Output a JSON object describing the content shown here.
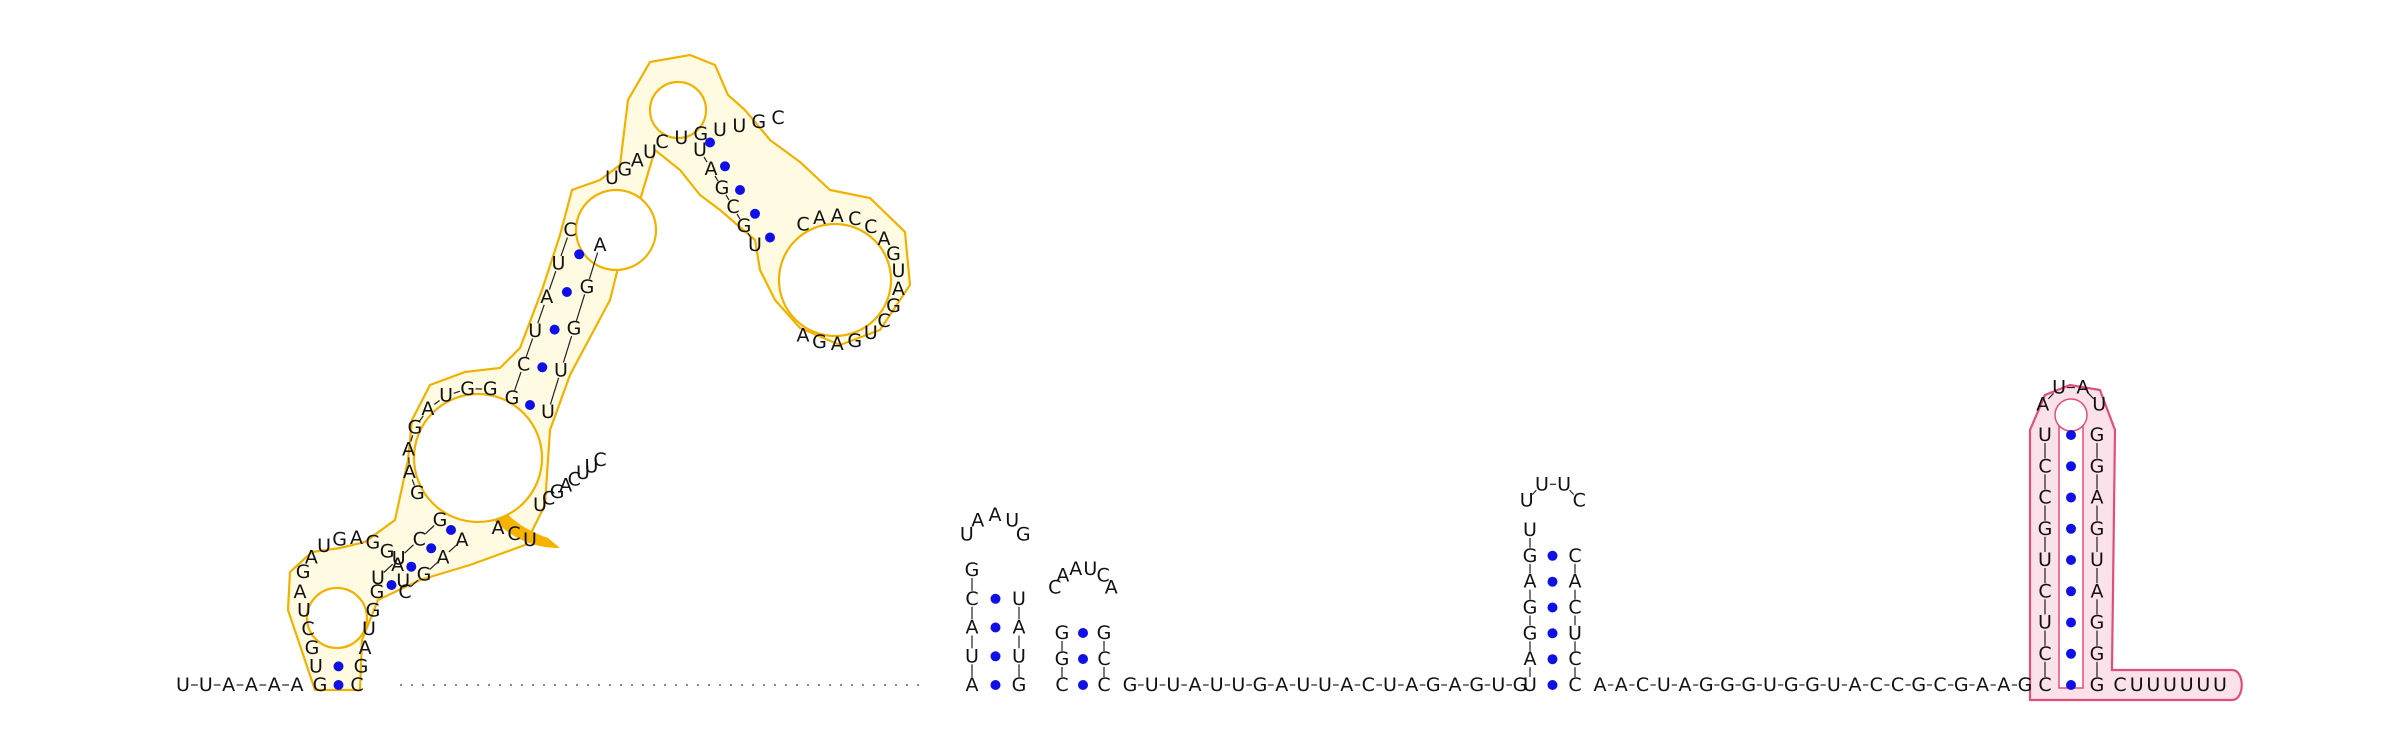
{
  "colors": {
    "pair_dot": "#1010e6",
    "domain_outline_yellow": "#f2b100",
    "domain_fill_yellow": "#fffbe3",
    "highlight_orange": "#f5b300",
    "domain_outline_pink": "#df4f7b",
    "domain_fill_pink": "#fbe2ea"
  },
  "leader": "UUAAAA",
  "domain1": {
    "stem1_left": "GUGCUA",
    "stem1_right": "CGAUGG",
    "strand_a": "GAUGAGGAU",
    "stem3_left": "UUCG",
    "stem3_right": "CGAA",
    "loop_top": "GAAGAUGG",
    "stem4_left": "GCUAUC",
    "stem4_right": "UUGGA",
    "strand_b": "UGAU",
    "stem_right_5": "CUGUUGC",
    "loop_right": "CAACCAGUAGCUGAGA",
    "stem_right_3": "UGCGAU",
    "strand_c": "UCGACUUC",
    "highlight": "ACU"
  },
  "hairpin1": {
    "left": "AUACG",
    "loop": "UAAUG",
    "right": "GUAU"
  },
  "hairpin2": {
    "left": "CGG",
    "loop": "CAAUCA",
    "right": "CCG"
  },
  "mid_sequence": "GUUAUUGAUUACUAGAGUG",
  "hairpin3": {
    "left": "UAGGAGU",
    "loop": "UUUC",
    "right": "CCUCAC"
  },
  "tail_sequence": "AACUAGGGUGGUACCGCGAAG",
  "terminator": {
    "left": "CCUCUGCCU",
    "loop": "AUAU",
    "right": "GGGAUGAGG"
  },
  "trailer": "CUUUUUU"
}
